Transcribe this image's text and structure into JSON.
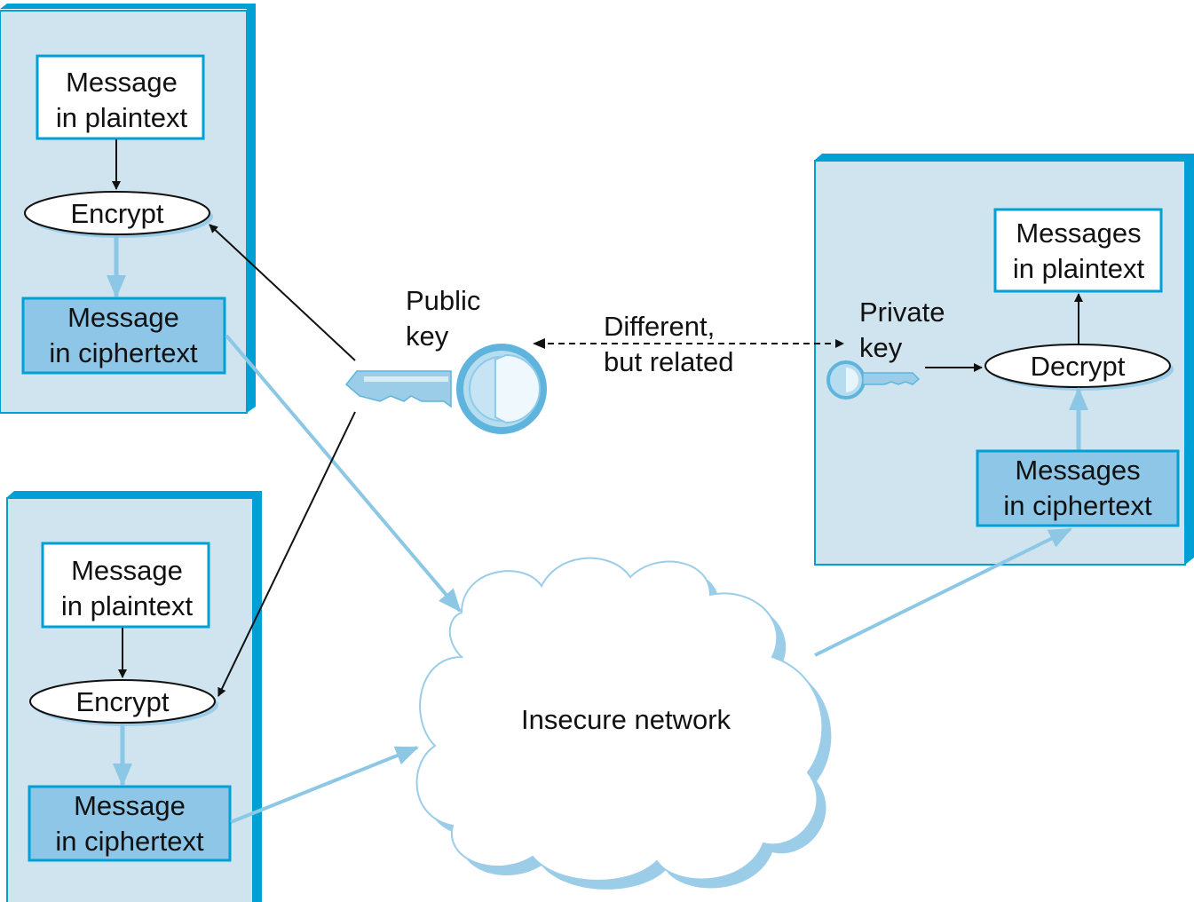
{
  "colors": {
    "panel": "#cfe4ef",
    "panel_border": "#00a0d6",
    "cipher_box": "#8dc6e6",
    "flow_arrow": "#8cc8e6",
    "cloud_shadow": "#9ccde8"
  },
  "sender_top": {
    "plaintext": [
      "Message",
      "in plaintext"
    ],
    "encrypt": "Encrypt",
    "ciphertext": [
      "Message",
      "in ciphertext"
    ]
  },
  "sender_bottom": {
    "plaintext": [
      "Message",
      "in plaintext"
    ],
    "encrypt": "Encrypt",
    "ciphertext": [
      "Message",
      "in ciphertext"
    ]
  },
  "receiver": {
    "plaintext": [
      "Messages",
      "in plaintext"
    ],
    "decrypt": "Decrypt",
    "ciphertext": [
      "Messages",
      "in ciphertext"
    ],
    "private_key": [
      "Private",
      "key"
    ]
  },
  "public_key": [
    "Public",
    "key"
  ],
  "relation": [
    "Different,",
    "but related"
  ],
  "network": "Insecure network",
  "icons": [
    "public-key-icon",
    "private-key-icon",
    "cloud-icon"
  ]
}
